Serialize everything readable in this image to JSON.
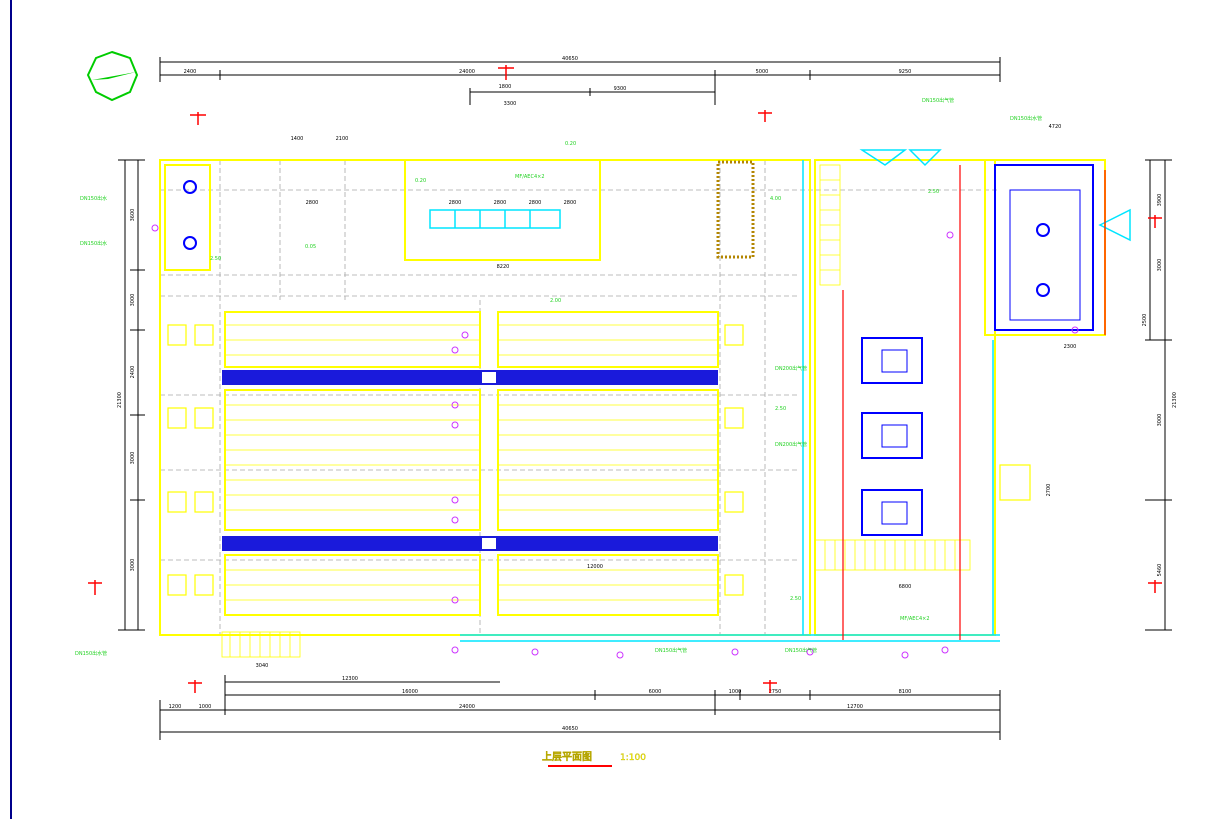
{
  "drawing": {
    "title": "上层平面图",
    "scale": "1:100"
  },
  "dimensions": {
    "top_total": "40650",
    "top_row1": [
      "2400",
      "24000",
      "5000",
      "9250"
    ],
    "top_row2": [
      "9300"
    ],
    "top_small": [
      "1800",
      "3300",
      "1400",
      "2100",
      "4720"
    ],
    "bottom_row1": [
      "12300",
      "16000",
      "6000",
      "2750",
      "8100",
      "1000"
    ],
    "bottom_row2": [
      "1200",
      "1000",
      "24000",
      "12700"
    ],
    "bottom_total": "40650",
    "inner": [
      "8220",
      "2800",
      "2800",
      "2800",
      "2800",
      "2800",
      "12000",
      "3040",
      "6800",
      "2300"
    ],
    "right_side": [
      "3900",
      "3000",
      "2500",
      "21300",
      "3000",
      "5460",
      "2700"
    ],
    "left_side": [
      "21300",
      "3600",
      "3000",
      "2400",
      "3000",
      "3000"
    ]
  },
  "labels": {
    "inlet_left_1": "DN150出水",
    "inlet_left_2": "DN150出水",
    "pipe_upper_right": "DN150出气管",
    "pipe_right": "DN150出水管",
    "pipe_bottom_1": "DN150出气管",
    "pipe_bottom_2": "DN150出气管",
    "duct_note": "MF/AEC4×2",
    "duct_note_2": "MF/AEC4×2",
    "pipe_dn200_1": "DN200出气管",
    "pipe_dn200_2": "DN200出气管",
    "bottom_left_note": "DN150出水管",
    "elev_1": "2.00",
    "elev_2": "0.20",
    "elev_3": "0.05",
    "elev_4": "2.50",
    "elev_5": "0.20",
    "elev_6": "4.00",
    "elev_7": "2.50",
    "elev_8": "2.50",
    "elev_9": "2.50"
  },
  "colors": {
    "background": "#ffffff",
    "dimension": "#000000",
    "wall": "#ffff00",
    "grid": "#a9a9a9",
    "label": "#1fd11f",
    "equipment": "#0000ff",
    "duct": "#00e5ff",
    "pipe_red": "#ff0000",
    "tag": "#cc33ff",
    "north_arrow": "#00cc00",
    "border": "#00008b"
  },
  "icons": {
    "north_arrow": "north-arrow-icon",
    "section_mark": "section-mark-icon"
  }
}
